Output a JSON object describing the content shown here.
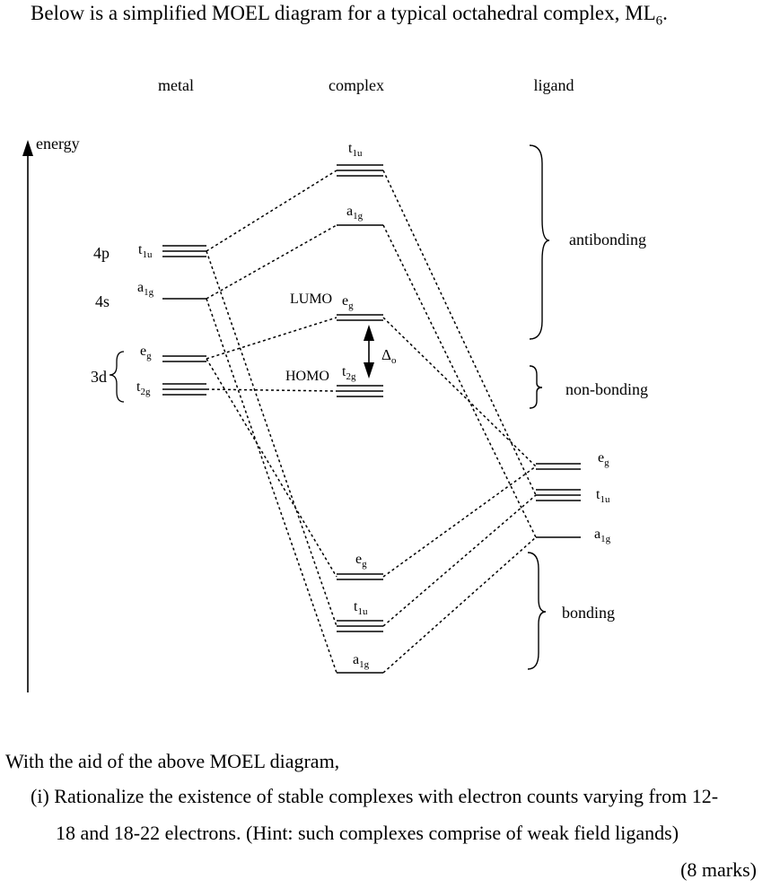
{
  "question": {
    "intro_text": "Below is a simplified MOEL diagram for a typical octahedral complex, ML",
    "intro_sub": "6",
    "intro_end": ".",
    "lead": "With the aid of the above MOEL diagram,",
    "part_i_line1": "(i) Rationalize the existence of stable complexes with electron counts varying from 12-",
    "part_i_line2": "18 and 18-22 electrons. (Hint: such complexes comprise of weak field ligands)",
    "marks": "(8 marks)"
  },
  "diagram": {
    "column_headers": {
      "metal": "metal",
      "complex": "complex",
      "ligand": "ligand"
    },
    "energy_label": "energy",
    "metal_orbitals": {
      "p4": "4p",
      "s4": "4s",
      "d3": "3d",
      "t1u": {
        "base": "t",
        "sub": "1u"
      },
      "a1g": {
        "base": "a",
        "sub": "1g"
      },
      "eg": {
        "base": "e",
        "sub": "g"
      },
      "t2g": {
        "base": "t",
        "sub": "2g"
      }
    },
    "complex_orbitals": {
      "t1u_star": {
        "base": "t",
        "sub": "1u"
      },
      "a1g_star": {
        "base": "a",
        "sub": "1g"
      },
      "eg_star": {
        "base": "e",
        "sub": "g"
      },
      "t2g": {
        "base": "t",
        "sub": "2g"
      },
      "eg": {
        "base": "e",
        "sub": "g"
      },
      "t1u": {
        "base": "t",
        "sub": "1u"
      },
      "a1g": {
        "base": "a",
        "sub": "1g"
      },
      "lumo": "LUMO",
      "homo": "HOMO",
      "delta": {
        "base": "Δ",
        "sub": "o"
      }
    },
    "ligand_orbitals": {
      "eg": {
        "base": "e",
        "sub": "g"
      },
      "t1u": {
        "base": "t",
        "sub": "1u"
      },
      "a1g": {
        "base": "a",
        "sub": "1g"
      }
    },
    "region_labels": {
      "antibonding": "antibonding",
      "nonbonding": "non-bonding",
      "bonding": "bonding"
    }
  }
}
